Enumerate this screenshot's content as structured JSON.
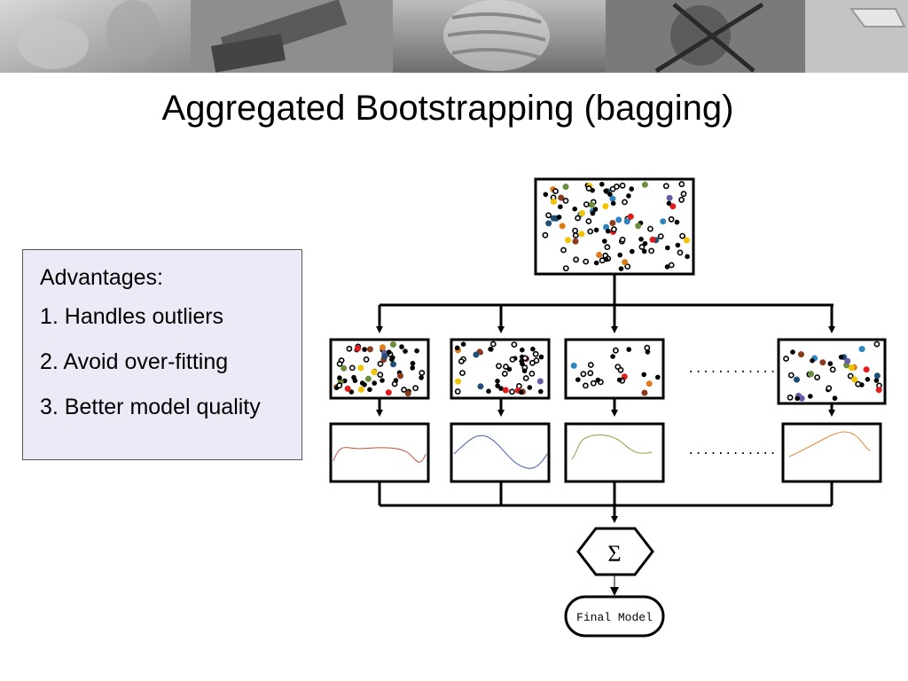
{
  "slide": {
    "title": "Aggregated Bootstrapping (bagging)"
  },
  "advantages": {
    "heading": "Advantages:",
    "items": [
      "1. Handles outliers",
      "2. Avoid over-fitting",
      "3. Better model quality"
    ]
  },
  "diagram": {
    "ellipsis_samples": "............",
    "ellipsis_models": "............",
    "sum_symbol": "Σ",
    "final_model_label": "Final Model",
    "model_curve_colors": [
      "#c0503c",
      "#3f5ea8",
      "#8aa048",
      "#e08a3a"
    ],
    "point_colors": [
      "#000000",
      "#6b8e3a",
      "#e31a1c",
      "#e07b1a",
      "#1f4e79",
      "#8b3a1e",
      "#f2c300",
      "#6a5aa8",
      "#2e86c1"
    ]
  },
  "banner": {
    "tint": "#9a9a9a"
  }
}
